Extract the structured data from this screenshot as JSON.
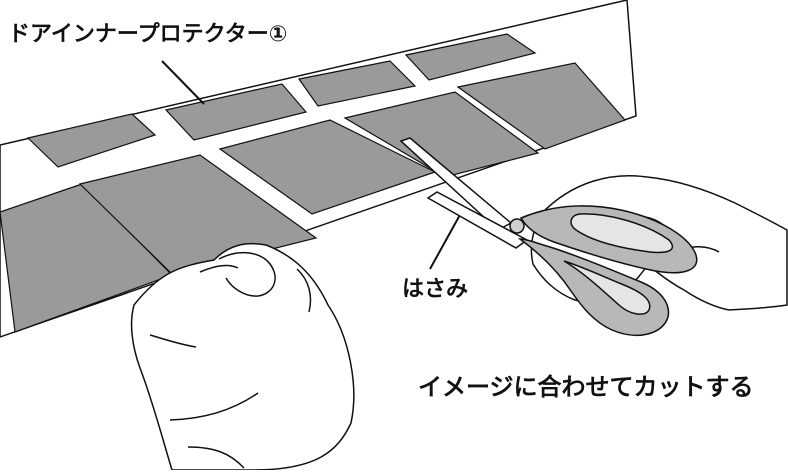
{
  "labels": {
    "protector": "ドアインナープロテクター①",
    "scissors": "はさみ",
    "instruction": "イメージに合わせてカットする"
  },
  "colors": {
    "sheet": "#ffffff",
    "pad_fill": "#9a9a9a",
    "outline": "#111111"
  },
  "icons": {
    "main": "hands-cutting-sheet-with-scissors-illustration"
  }
}
